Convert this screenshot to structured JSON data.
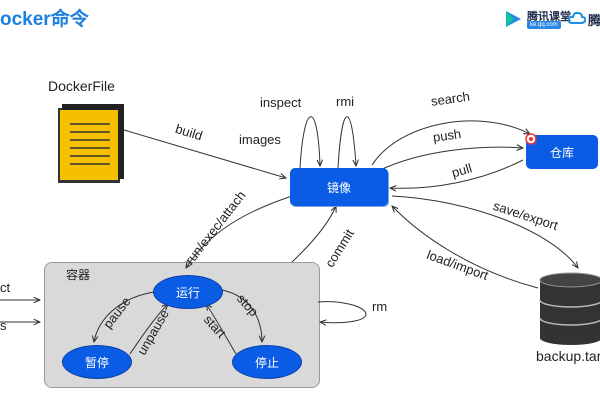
{
  "header": {
    "title": "ocker命令",
    "logo_tencent_class": "腾讯课堂",
    "logo_tencent_class_sub": "ke.qq.com",
    "logo_tencent_cloud": "腾"
  },
  "nodes": {
    "dockerfile": "DockerFile",
    "image": "镜像",
    "registry": "仓库",
    "container_group": "容器",
    "running": "运行",
    "paused": "暂停",
    "stopped": "停止",
    "backup": "backup.tar"
  },
  "edges": {
    "build": "build",
    "inspect": "inspect",
    "rmi": "rmi",
    "images": "images",
    "search": "search",
    "push": "push",
    "pull": "pull",
    "save_export": "save/export",
    "load_import": "load/import",
    "run_exec_attach": "run/exec/attach",
    "commit": "commit",
    "pause": "pause",
    "unpause": "unpause",
    "stop": "stop",
    "start": "start",
    "rm": "rm",
    "left_cut_1": "ct",
    "left_cut_2": "s"
  },
  "colors": {
    "accent": "#0b5ce5",
    "file_icon": "#f5c000",
    "title": "#1c7fe0"
  }
}
